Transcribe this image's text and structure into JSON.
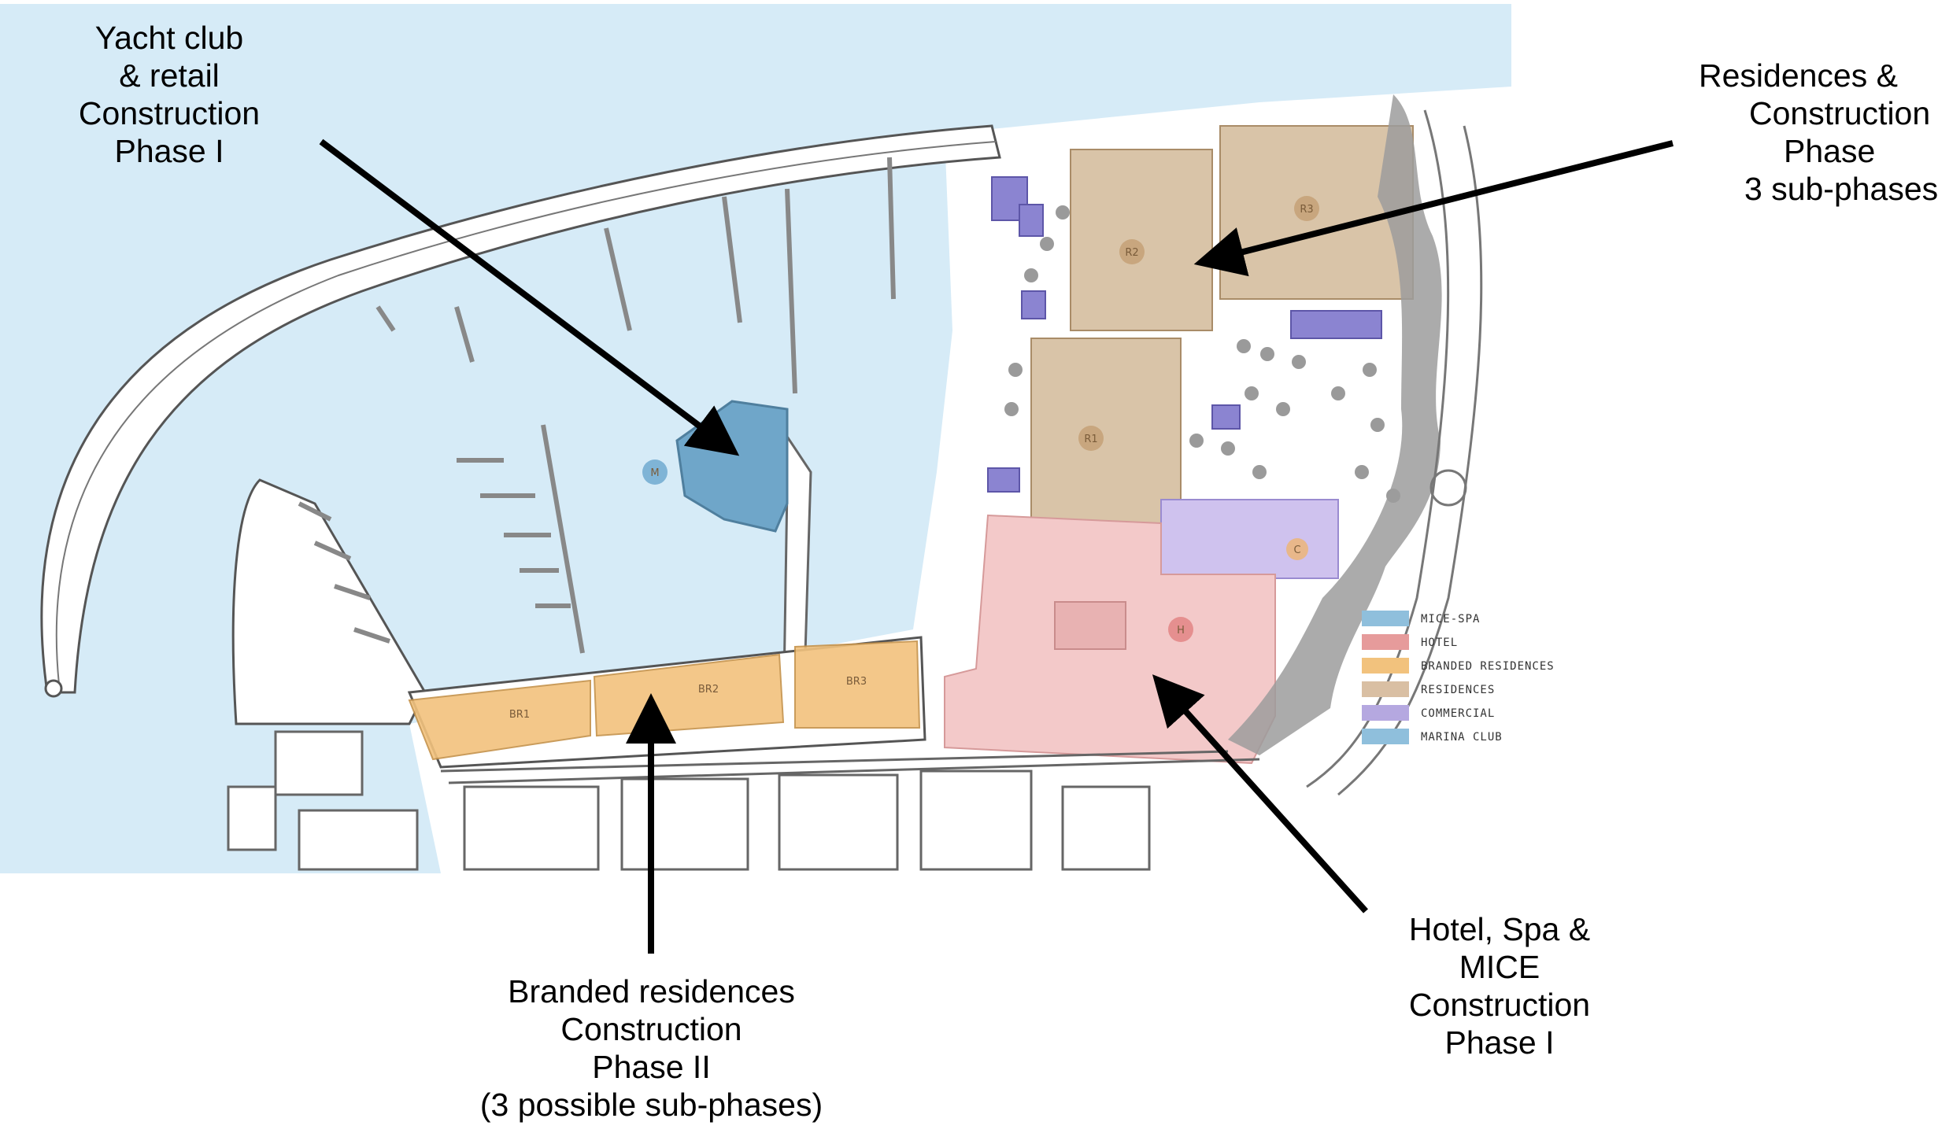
{
  "callouts": {
    "yacht_club": [
      "Yacht club",
      "& retail",
      "Construction",
      "Phase I"
    ],
    "residences": [
      "Residences &",
      "Construction",
      "Phase",
      "3 sub-phases"
    ],
    "branded": [
      "Branded residences",
      "Construction",
      "Phase II",
      "(3 possible sub-phases)"
    ],
    "hotel": [
      "Hotel, Spa &",
      "MICE",
      "Construction",
      "Phase I"
    ]
  },
  "legend": [
    {
      "label": "MICE-SPA",
      "color": "#8fbfdc"
    },
    {
      "label": "HOTEL",
      "color": "#e69b9b"
    },
    {
      "label": "BRANDED RESIDENCES",
      "color": "#f2c27d"
    },
    {
      "label": "RESIDENCES",
      "color": "#d9bfa3"
    },
    {
      "label": "COMMERCIAL",
      "color": "#b5a8e0"
    },
    {
      "label": "MARINA CLUB",
      "color": "#8fbfdc"
    }
  ],
  "building_tags": {
    "r1": "R1",
    "r2": "R2",
    "r3": "R3",
    "br1": "BR1",
    "br2": "BR2",
    "br3": "BR3",
    "h": "H",
    "c": "C",
    "m": "M"
  },
  "colors": {
    "water": "#d6ebf7",
    "hotel": "#f3c9c9",
    "branded": "#f2c27d",
    "residences": "#d9c4a8",
    "commercial": "#cfc2ee",
    "marina_club": "#6fa6c9",
    "mice_spa": "#9b93d6"
  }
}
